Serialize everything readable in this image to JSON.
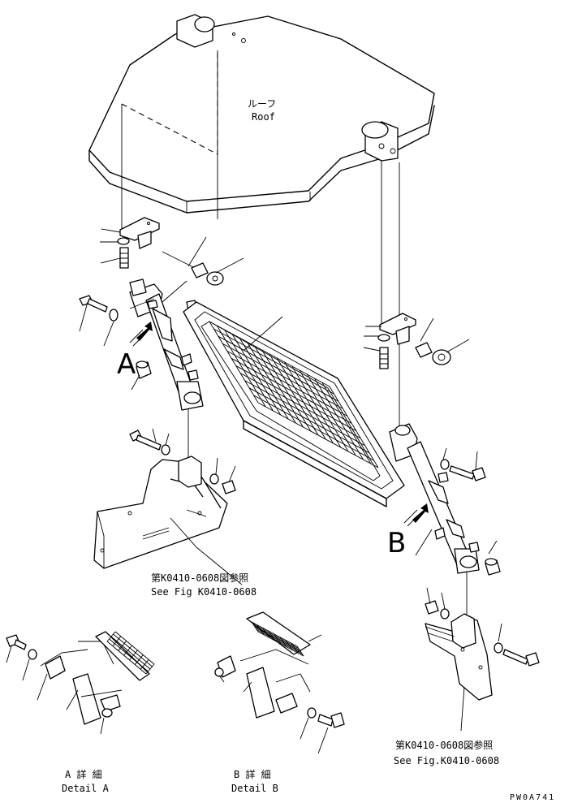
{
  "roof": {
    "label_jp": "ルーフ",
    "label_en": "Roof"
  },
  "markers": {
    "a": "A",
    "b": "B"
  },
  "references": {
    "left": {
      "jp": "第K0410-0608図参照",
      "en": "See Fig K0410-0608"
    },
    "right": {
      "jp": "第K0410-0608図参照",
      "en": "See Fig.K0410-0608"
    }
  },
  "details": {
    "a": {
      "jp": "A 詳 細",
      "en": "Detail A"
    },
    "b": {
      "jp": "B 詳 細",
      "en": "Detail B"
    }
  },
  "figure_code": "PW0A741"
}
